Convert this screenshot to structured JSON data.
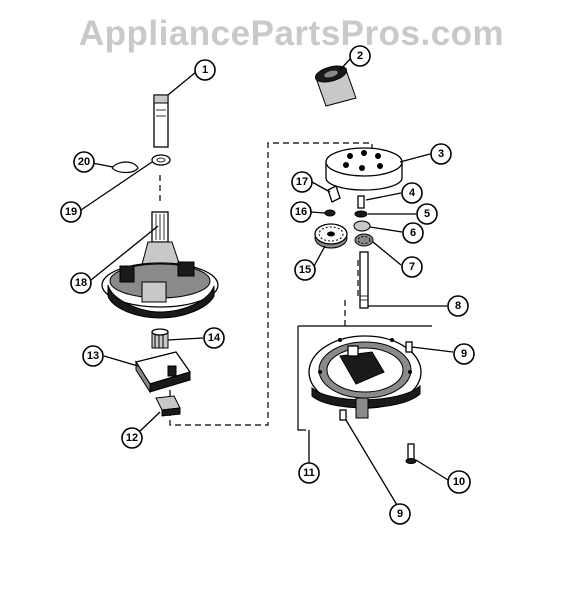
{
  "watermark": "AppliancePartsPros.com",
  "callouts": {
    "c1": "1",
    "c2": "2",
    "c3": "3",
    "c4": "4",
    "c5": "5",
    "c6": "6",
    "c7": "7",
    "c8": "8",
    "c9a": "9",
    "c9b": "9",
    "c10": "10",
    "c11": "11",
    "c12": "12",
    "c13": "13",
    "c14": "14",
    "c15": "15",
    "c16": "16",
    "c17": "17",
    "c18": "18",
    "c19": "19",
    "c20": "20"
  }
}
